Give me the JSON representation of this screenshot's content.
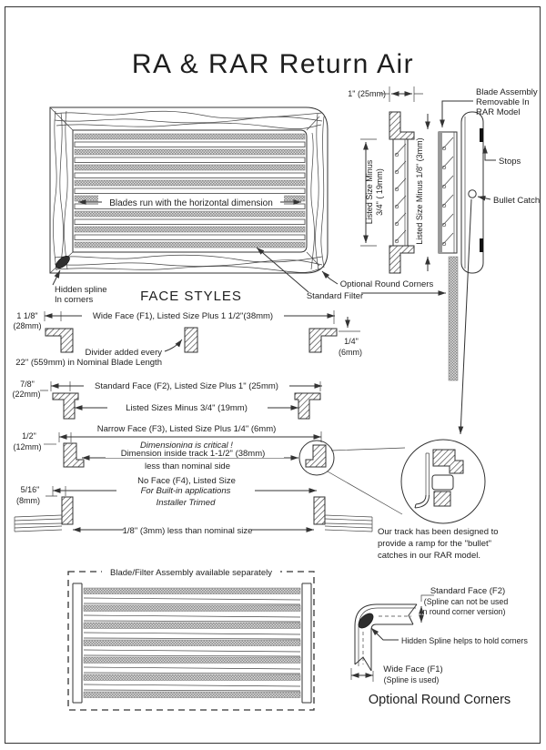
{
  "title": "RA & RAR Return Air",
  "grille": {
    "blade_note": "Blades run with the horizontal dimension",
    "hidden_spline_line1": "Hidden spline",
    "hidden_spline_line2": "In corners",
    "face_styles": "FACE STYLES",
    "standard_filter": "Standard Filter",
    "optional_round_corners": "Optional Round Corners"
  },
  "side_view": {
    "dim_width": "1\" (25mm)",
    "listed_minus_34_line1": "Listed Size Minus",
    "listed_minus_34_line2": "3/4\" ( 19mm)",
    "listed_minus_18": "Listed Size Minus 1/8\" (3mm)",
    "blade_assembly_line1": "Blade Assembly",
    "blade_assembly_line2": "Removable In",
    "blade_assembly_line3": "RAR Model",
    "stops": "Stops",
    "bullet_catch": "Bullet Catch"
  },
  "f1": {
    "dim_fraction": "1 1/8\"",
    "dim_mm": "(28mm)",
    "title": "Wide Face (F1), Listed Size Plus 1 1/2\"(38mm)",
    "divider_line1": "Divider added every",
    "divider_line2": "22\" (559mm) in Nominal Blade Length",
    "flange_fraction": "1/4\"",
    "flange_mm": "(6mm)"
  },
  "f2": {
    "dim_fraction": "7/8\"",
    "dim_mm": "(22mm)",
    "title": "Standard Face (F2), Listed Size Plus 1\" (25mm)",
    "inner_dim": "Listed Sizes Minus 3/4\" (19mm)"
  },
  "f3": {
    "dim_fraction": "1/2\"",
    "dim_mm": "(12mm)",
    "title": "Narrow Face (F3), Listed Size Plus 1/4\" (6mm)",
    "warning": "Dimensioning is critical !",
    "track_line1": "Dimension inside track 1-1/2\" (38mm)",
    "track_line2": "less than nominal side"
  },
  "f4": {
    "dim_fraction": "5/16\"",
    "dim_mm": "(8mm)",
    "title": "No Face (F4), Listed Size",
    "subtitle1": "For Built-in applications",
    "subtitle2": "Installer Trimed",
    "note": "1/8\" (3mm) less than nominal size"
  },
  "track_note": {
    "line1": "Our track has been designed to",
    "line2": "provide a ramp for the \"bullet\"",
    "line3": "catches in our RAR model."
  },
  "assembly_box": {
    "title": "Blade/Filter Assembly available separately"
  },
  "round_corner": {
    "standard_face": "Standard Face (F2)",
    "spline_note_line1": "(Spline can not be used",
    "spline_note_line2": "in round corner version)",
    "hidden_spline": "Hidden Spline helps to hold corners",
    "wide_face": "Wide Face (F1)",
    "wide_face_note": "(Spline is used)",
    "title": "Optional Round Corners"
  }
}
